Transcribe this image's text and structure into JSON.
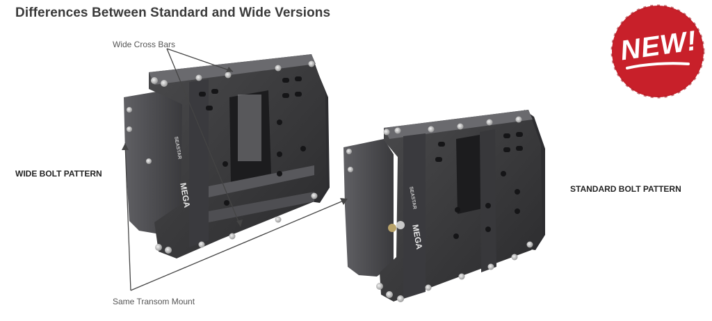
{
  "title": "Differences Between Standard and Wide Versions",
  "labels": {
    "cross_bars": "Wide Cross Bars",
    "transom": "Same Transom Mount",
    "wide_pattern": "WIDE BOLT PATTERN",
    "standard_pattern": "STANDARD BOLT PATTERN"
  },
  "badge": {
    "text": "NEW!",
    "color": "#c8202a"
  },
  "brand": {
    "maker": "SEASTAR",
    "model": "MEGA"
  }
}
